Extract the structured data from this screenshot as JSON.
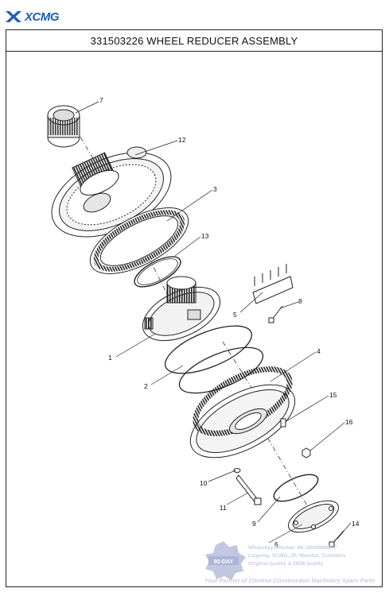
{
  "brand": {
    "name": "XCMG",
    "color": "#1d5fae",
    "icon": "xcmg-logo-icon"
  },
  "header": {
    "title": "331503226 WHEEL REDUCER ASSEMBLY"
  },
  "callouts": [
    "7",
    "12",
    "3",
    "13",
    "5",
    "8",
    "1",
    "2",
    "4",
    "15",
    "16",
    "10",
    "11",
    "9",
    "6",
    "14"
  ],
  "watermark": {
    "badge": "90-DAY",
    "lines": [
      "WhatsApp/Wechat: 86-18008088087",
      "Liugong, XCMG, ZF, Weichai, Cummins",
      "Original quality & OEM quality"
    ],
    "footer": "Your Partner of Chinese Construction Machinery Spare Parts",
    "color": "#c7cde4"
  }
}
